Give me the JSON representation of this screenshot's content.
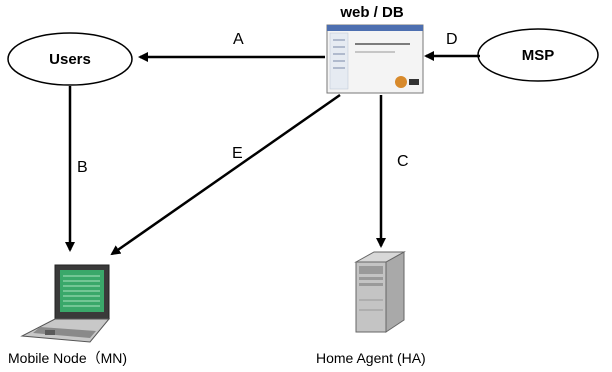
{
  "nodes": {
    "users": "Users",
    "msp": "MSP",
    "web_db": "web / DB",
    "mobile_node": "Mobile Node（MN)",
    "home_agent": "Home Agent (HA)"
  },
  "edges": {
    "a": "A",
    "b": "B",
    "c": "C",
    "d": "D",
    "e": "E"
  },
  "icons": {
    "web_db": "web-page-screenshot-icon",
    "mobile_node": "laptop-icon",
    "home_agent": "server-tower-icon"
  },
  "colors": {
    "line": "#000000",
    "laptop_screen": "#3aa86a",
    "server": "#b8b8b8"
  }
}
